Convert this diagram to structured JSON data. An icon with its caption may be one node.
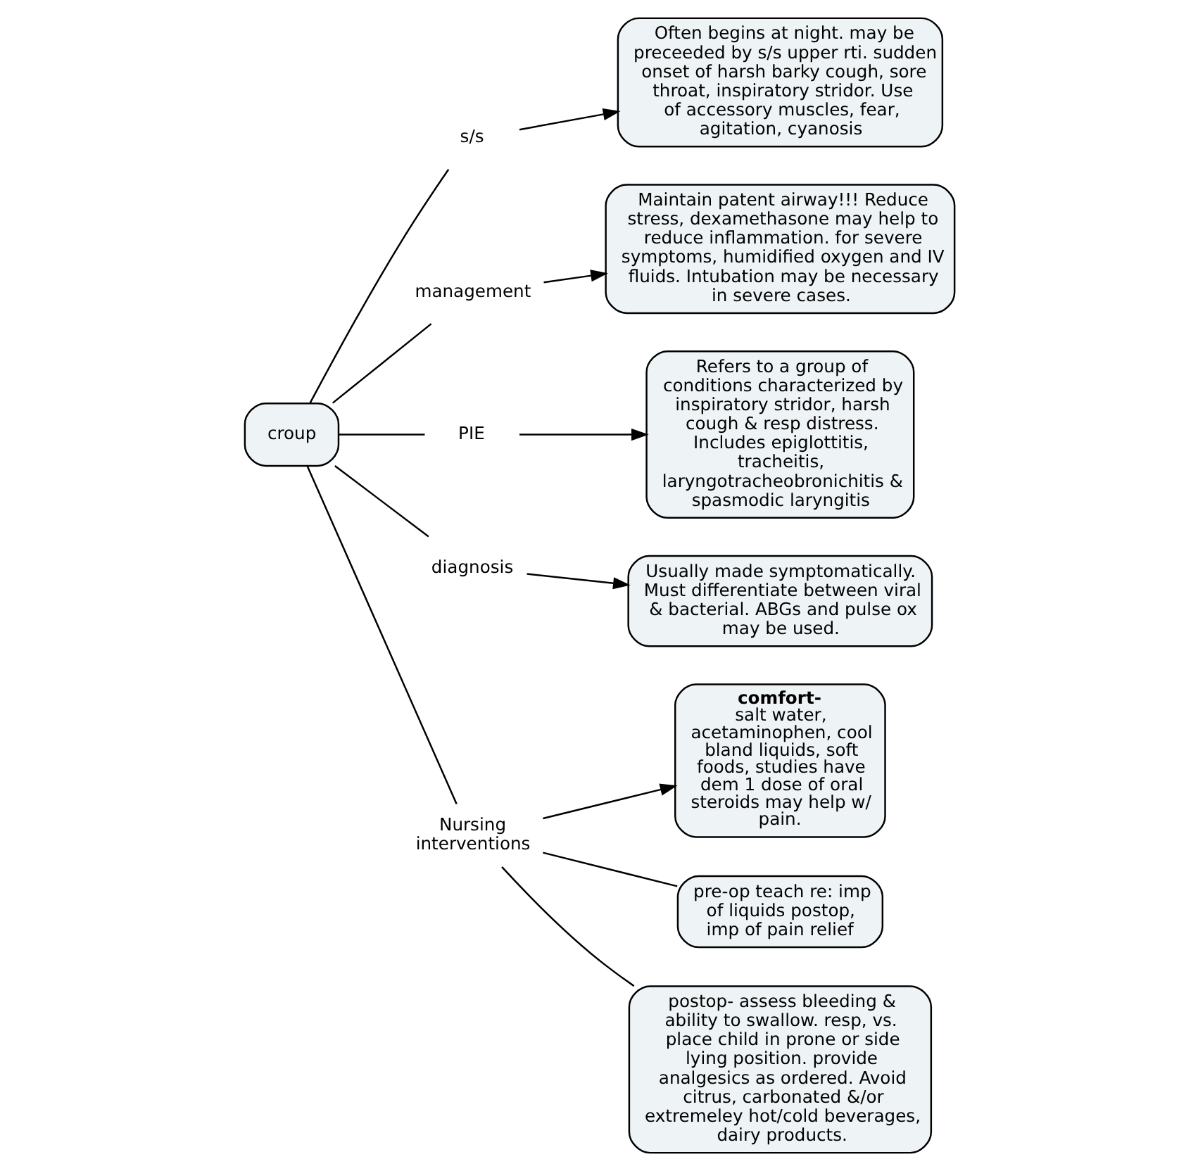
{
  "diagram": {
    "nodes": [
      {
        "text": [
          "croup"
        ]
      },
      {
        "text": [
          "s/s"
        ]
      },
      {
        "text": [
          "Often begins at night. may be preceeded by s/s upper rti. sudden onset of harsh barky cough, sore throat, inspiratory stridor. Use of accessory muscles, fear, agitation, cyanosis"
        ]
      },
      {
        "text": [
          "management"
        ]
      },
      {
        "text": [
          "Maintain patent airway!!! Reduce stress, dexamethasone may help to reduce inflammation. for severe symptoms, humidified oxygen and IV fluids. Intubation may be necessary in severe cases."
        ]
      },
      {
        "text": [
          "PIE"
        ]
      },
      {
        "text": [
          "Refers to a group of conditions characterized by inspiratory stridor, harsh cough & resp distress. Includes epiglottitis, tracheitis, laryngotracheobronichitis & spasmodic laryngitis"
        ]
      },
      {
        "text": [
          "diagnosis"
        ]
      },
      {
        "text": [
          "Usually made symptomatically. Must differentiate between viral & bacterial. ABGs and pulse ox may be used."
        ]
      },
      {
        "text": [
          "Nursing interventions"
        ]
      },
      {
        "text": [
          "comfort-",
          "salt water, acetaminophen, cool bland liquids, soft foods, studies have dem 1 dose of oral steroids may help w/ pain."
        ]
      },
      {
        "text": [
          "pre-op teach re: imp of liquids postop, imp of pain relief"
        ]
      },
      {
        "text": [
          "postop- assess bleeding & ability to swallow. resp, vs. place child in prone or side lying position. provide analgesics as ordered. Avoid citrus, carbonated &/or extremeley hot/cold beverages, dairy products."
        ]
      }
    ],
    "edges": [
      {
        "from": 0,
        "to": 1,
        "arrow": "none"
      },
      {
        "from": 1,
        "to": 2,
        "arrow": "to"
      },
      {
        "from": 0,
        "to": 3,
        "arrow": "none"
      },
      {
        "from": 3,
        "to": 4,
        "arrow": "to"
      },
      {
        "from": 0,
        "to": 5,
        "arrow": "none"
      },
      {
        "from": 5,
        "to": 6,
        "arrow": "to"
      },
      {
        "from": 0,
        "to": 7,
        "arrow": "none"
      },
      {
        "from": 7,
        "to": 8,
        "arrow": "to"
      },
      {
        "from": 0,
        "to": 9,
        "arrow": "none"
      },
      {
        "from": 9,
        "to": 10,
        "arrow": "to"
      },
      {
        "from": 9,
        "to": 11,
        "arrow": "none"
      },
      {
        "from": 9,
        "to": 12,
        "arrow": "none"
      }
    ]
  }
}
